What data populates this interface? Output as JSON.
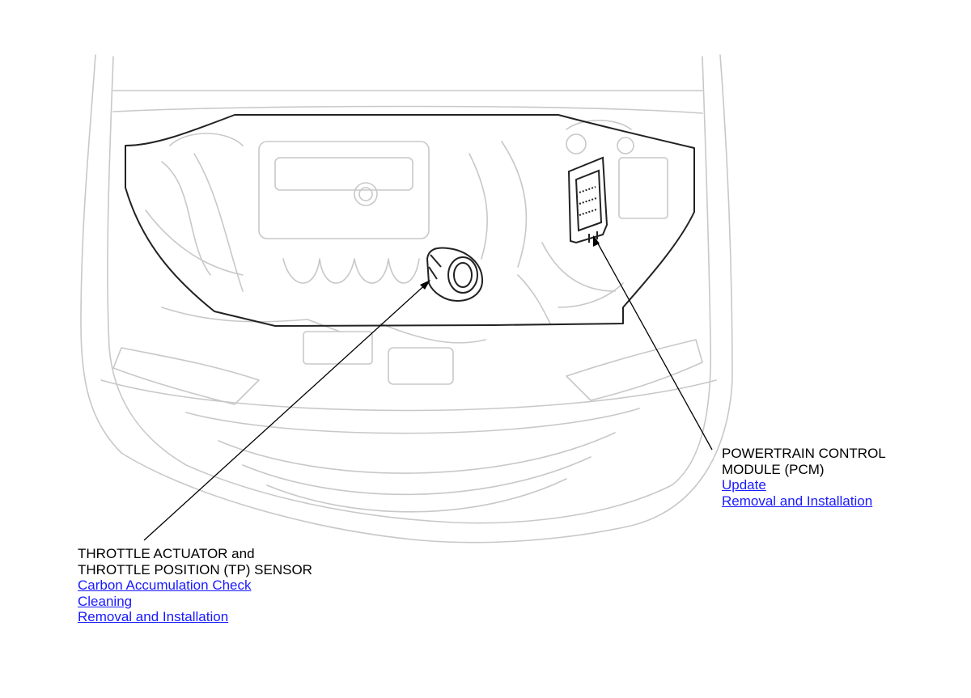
{
  "callouts": {
    "throttle": {
      "title_lines": [
        "THROTTLE ACTUATOR and",
        "THROTTLE POSITION (TP) SENSOR"
      ],
      "links": [
        "Carbon Accumulation Check",
        "Cleaning",
        "Removal and Installation"
      ]
    },
    "pcm": {
      "title_lines": [
        "POWERTRAIN CONTROL",
        "MODULE (PCM)"
      ],
      "links": [
        "Update",
        "Removal and Installation"
      ]
    }
  },
  "colors": {
    "outline": "#c8c8c8",
    "highlight": "#222222",
    "leader": "#000000",
    "link": "#1a1aff"
  }
}
